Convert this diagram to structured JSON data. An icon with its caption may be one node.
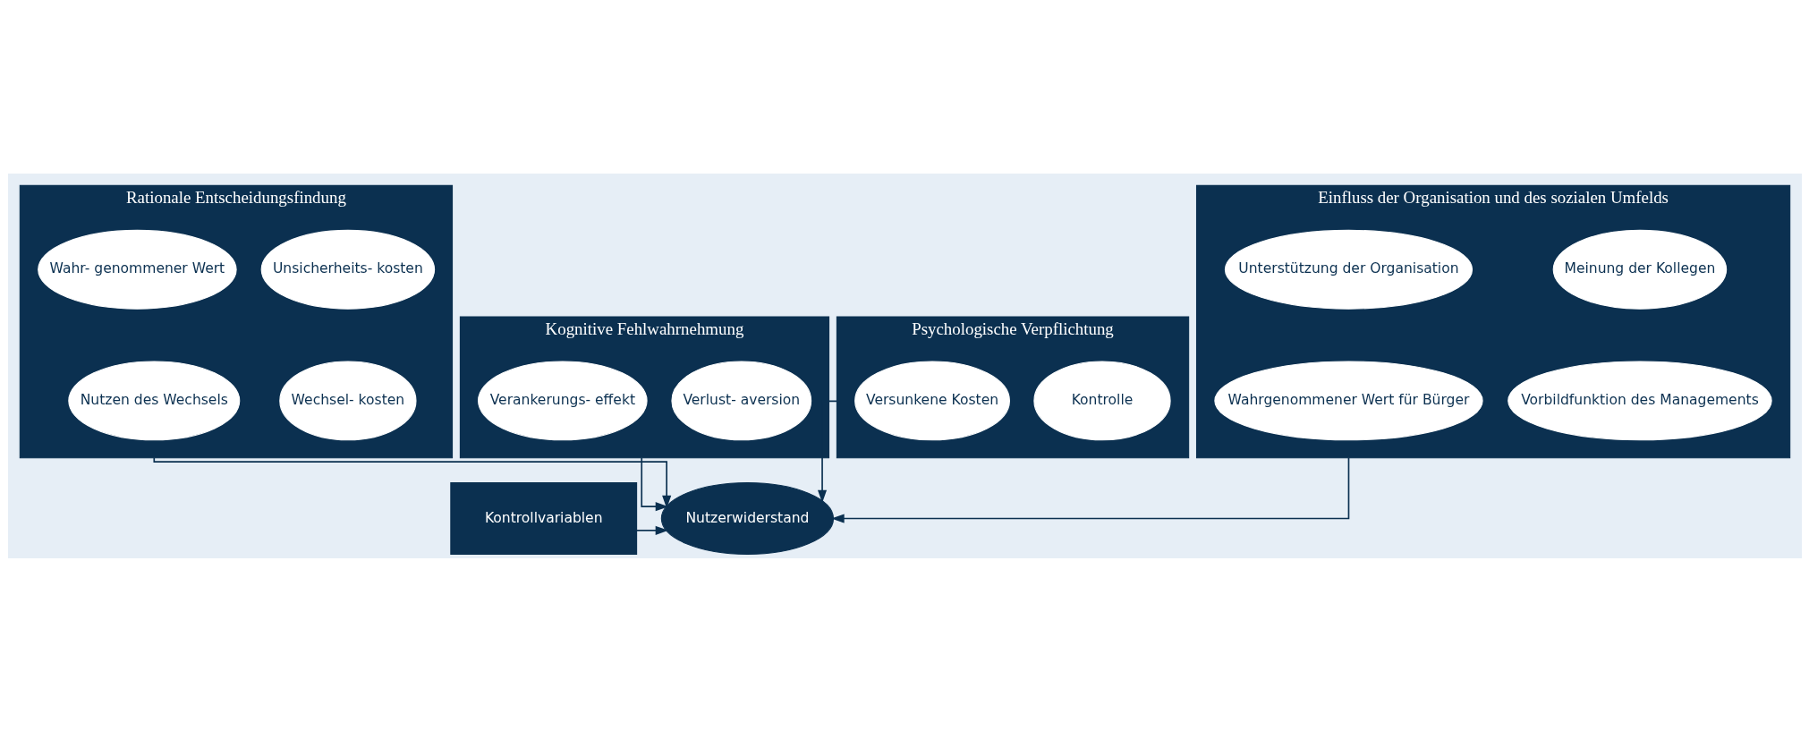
{
  "diagram": {
    "nodes": [
      {
        "text": [
          "Rationale Entscheidungsfindung"
        ]
      },
      {
        "text": [
          "Unsicherheits- kosten"
        ],
        "in": 0
      },
      {
        "text": [
          "Wahr- genommener Wert"
        ],
        "in": 0
      },
      {
        "text": [
          "Wechsel- kosten"
        ],
        "in": 0
      },
      {
        "text": [
          "Nutzen des Wechsels"
        ],
        "in": 0
      },
      {
        "text": [
          "Kognitive Fehlwahrnehmung"
        ]
      },
      {
        "text": [
          "Verlust- aversion"
        ],
        "in": 5
      },
      {
        "text": [
          "Verankerungs- effekt"
        ],
        "in": 5
      },
      {
        "text": [
          "Psychologische Verpflichtung"
        ]
      },
      {
        "text": [
          "Kontrolle"
        ],
        "in": 8
      },
      {
        "text": [
          "Versunkene Kosten"
        ],
        "in": 8
      },
      {
        "text": [
          "Einfluss der Organisation und des sozialen Umfelds"
        ]
      },
      {
        "text": [
          "Meinung der Kollegen"
        ],
        "in": 11
      },
      {
        "text": [
          "Unterstützung der Organisation"
        ],
        "in": 11
      },
      {
        "text": [
          "Vorbildfunktion des Managements"
        ],
        "in": 11
      },
      {
        "text": [
          "Wahrgenommener Wert für Bürger"
        ],
        "in": 11
      },
      {
        "text": [
          "Kontrollvariablen"
        ]
      },
      {
        "text": [
          "Nutzerwiderstand"
        ]
      }
    ],
    "edges": [
      {
        "from": 0,
        "to": 17,
        "arrow": "to"
      },
      {
        "from": 5,
        "to": 17,
        "arrow": "to"
      },
      {
        "from": 8,
        "to": 17,
        "arrow": "to"
      },
      {
        "from": 11,
        "to": 17,
        "arrow": "to"
      },
      {
        "from": 16,
        "to": 17,
        "arrow": "to"
      }
    ]
  }
}
